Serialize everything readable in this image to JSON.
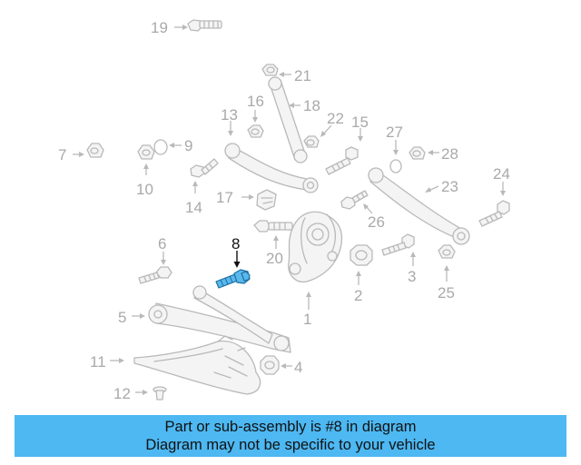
{
  "diagram": {
    "callouts": [
      "1",
      "2",
      "3",
      "4",
      "5",
      "6",
      "7",
      "8",
      "9",
      "10",
      "11",
      "12",
      "13",
      "14",
      "15",
      "16",
      "17",
      "18",
      "19",
      "20",
      "21",
      "22",
      "23",
      "24",
      "25",
      "26",
      "27",
      "28"
    ],
    "highlighted_part": "8",
    "highlight_color": "#5bb8ec"
  },
  "caption": {
    "line1": "Part or sub-assembly is #8 in diagram",
    "line2": "Diagram may not be specific to your vehicle",
    "background_color": "#4db8f2"
  }
}
